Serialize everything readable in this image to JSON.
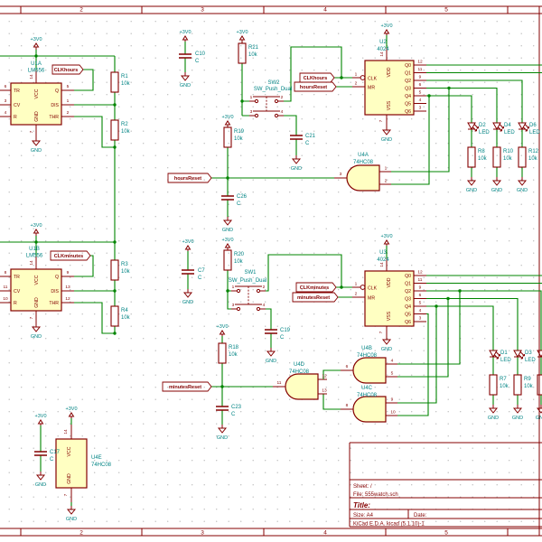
{
  "frame": {
    "columns": [
      "2",
      "3",
      "4",
      "5"
    ]
  },
  "title_block": {
    "sheet": "Sheet: /",
    "file": "File: 555watch.sch",
    "title": "Title:",
    "size": "Size: A4",
    "date": "Date:",
    "generator": "KiCad E.D.A.  kicad (5.1.10)-1"
  },
  "power": {
    "v3": "+3V0",
    "gnd": "GND"
  },
  "net_labels": {
    "clkhours": "CLKhours",
    "hoursreset": "hoursReset",
    "clkminutes": "CLKminutes",
    "minutesreset": "minutesReset"
  },
  "timer_pin_names": {
    "tr": "TR",
    "cv": "CV",
    "r": "R",
    "q": "Q",
    "dis": "DIS",
    "thr": "THR",
    "vcc": "VCC",
    "gnd": "GND"
  },
  "counter_pin_names": {
    "clk": "CLK",
    "mr": "MR",
    "vdd": "VDD",
    "vss": "VSS",
    "q": [
      "Q0",
      "Q1",
      "Q2",
      "Q3",
      "Q4",
      "Q5",
      "Q6"
    ]
  },
  "counter_pin_numbers": {
    "clk": "1",
    "mr": "2",
    "vdd": "14",
    "vss": "7",
    "q": [
      "12",
      "11",
      "9",
      "6",
      "5",
      "4",
      "3"
    ]
  },
  "ics": {
    "u1a": {
      "ref": "U1A",
      "value": "LM556",
      "pins": {
        "tr": "6",
        "cv": "3",
        "r": "4",
        "q": "5",
        "dis": "1",
        "thr": "2",
        "vcc": "14",
        "gnd": "7"
      }
    },
    "u1b": {
      "ref": "U1B",
      "value": "LM556",
      "pins": {
        "tr": "8",
        "cv": "11",
        "r": "10",
        "q": "9",
        "dis": "13",
        "thr": "12",
        "vcc": "14",
        "gnd": "7"
      }
    },
    "u2": {
      "ref": "U2",
      "value": "4024"
    },
    "u3": {
      "ref": "U3",
      "value": "4024"
    },
    "u4a": {
      "ref": "U4A",
      "value": "74HC08",
      "pins": {
        "out": "3",
        "in1": "1",
        "in2": "2"
      }
    },
    "u4b": {
      "ref": "U4B",
      "value": "74HC08",
      "pins": {
        "out": "6",
        "in1": "4",
        "in2": "5"
      }
    },
    "u4c": {
      "ref": "U4C",
      "value": "74HC08",
      "pins": {
        "out": "8",
        "in1": "9",
        "in2": "10"
      }
    },
    "u4d": {
      "ref": "U4D",
      "value": "74HC08",
      "pins": {
        "out": "11",
        "in1": "12",
        "in2": "13"
      }
    },
    "u4e": {
      "ref": "U4E",
      "value": "74HC08",
      "pins": {
        "vcc": "14",
        "gnd": "7"
      },
      "pin_names": {
        "vcc": "VCC",
        "gnd": "GND"
      }
    }
  },
  "resistors": {
    "r1": {
      "ref": "R1",
      "value": "10k"
    },
    "r2": {
      "ref": "R2",
      "value": "10k"
    },
    "r3": {
      "ref": "R3",
      "value": "10k"
    },
    "r4": {
      "ref": "R4",
      "value": "10k"
    },
    "r7": {
      "ref": "R7",
      "value": "10k"
    },
    "r8": {
      "ref": "R8",
      "value": "10k"
    },
    "r9": {
      "ref": "R9",
      "value": "10k"
    },
    "r10": {
      "ref": "R10",
      "value": "10k"
    },
    "r12": {
      "ref": "R12",
      "value": "10k"
    },
    "r18": {
      "ref": "R18",
      "value": "10k"
    },
    "r19": {
      "ref": "R19",
      "value": "10k"
    },
    "r20": {
      "ref": "R20",
      "value": "10k"
    },
    "r21": {
      "ref": "R21",
      "value": "10k"
    }
  },
  "capacitors": {
    "c7": {
      "ref": "C7",
      "value": "C"
    },
    "c10": {
      "ref": "C10",
      "value": "C"
    },
    "c17": {
      "ref": "C17",
      "value": "C"
    },
    "c19": {
      "ref": "C19",
      "value": "C"
    },
    "c21": {
      "ref": "C21",
      "value": "C"
    },
    "c23": {
      "ref": "C23",
      "value": "C"
    },
    "c26": {
      "ref": "C26",
      "value": "C"
    }
  },
  "leds": {
    "d1": {
      "ref": "D1",
      "value": "LED"
    },
    "d2": {
      "ref": "D2",
      "value": "LED"
    },
    "d3": {
      "ref": "D3",
      "value": "LED"
    },
    "d4": {
      "ref": "D4",
      "value": "LED"
    },
    "d6": {
      "ref": "D6",
      "value": "LED"
    }
  },
  "switches": {
    "sw1": {
      "ref": "SW1",
      "value": "SW_Push_Dual"
    },
    "sw2": {
      "ref": "SW2",
      "value": "SW_Push_Dual"
    },
    "pins": [
      "1",
      "2",
      "3",
      "4"
    ]
  }
}
